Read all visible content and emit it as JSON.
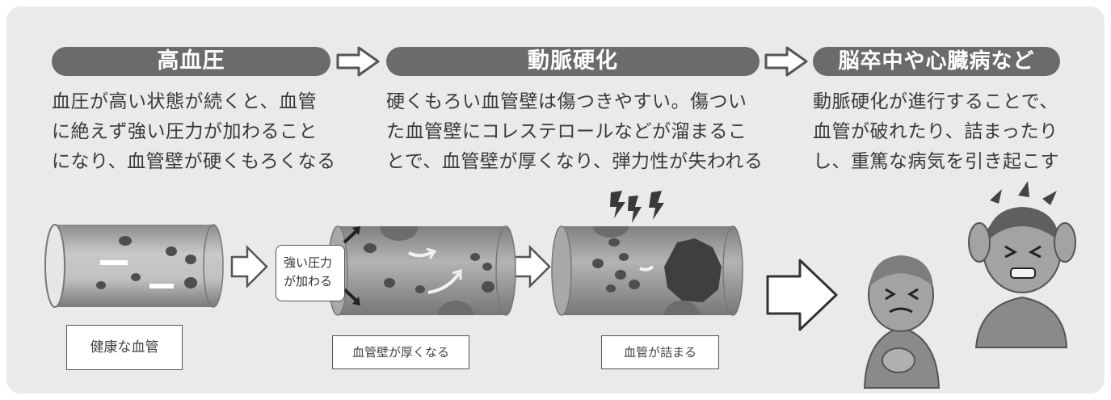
{
  "stages": [
    {
      "title": "高血圧",
      "lines": [
        "血圧が高い状態が続くと、血管",
        "に絶えず強い圧力が加わること",
        "になり、血管壁が硬くもろくなる"
      ]
    },
    {
      "title": "動脈硬化",
      "lines": [
        "硬くもろい血管壁は傷つきやすい。傷つい",
        "た血管壁にコレステロールなどが溜まるこ",
        "とで、血管壁が厚くなり、弾力性が失われる"
      ]
    },
    {
      "title": "脳卒中や心臓病など",
      "lines": [
        "動脈硬化が進行することで、",
        "血管が破れたり、詰まったり",
        "し、重篤な病気を引き起こす"
      ]
    }
  ],
  "illustration": {
    "healthy_label": "健康な血管",
    "pressure_callout": [
      "強い圧力",
      "が加わる"
    ],
    "thickened_label": "血管壁が厚くなる",
    "clogged_label": "血管が詰まる"
  },
  "colors": {
    "panel_bg": "#eaeaea",
    "pill_bg": "#6b6b6b",
    "text": "#3a3a3a"
  }
}
